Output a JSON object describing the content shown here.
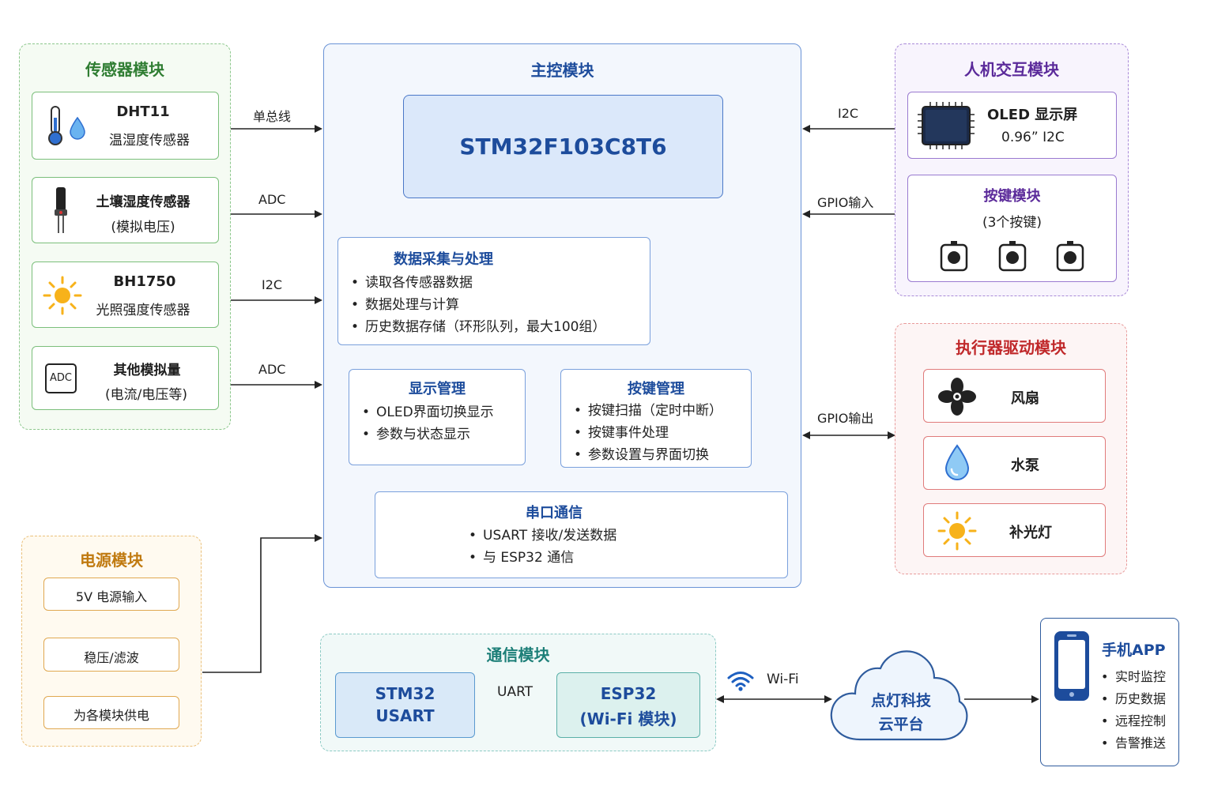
{
  "colors": {
    "sensor": "#5aa65a",
    "main": "#4a78c8",
    "hmi": "#8a5cc4",
    "actuator": "#e06060",
    "power": "#e0a040",
    "comm": "#5ab0a8",
    "title_blue": "#1d4c9c",
    "app_border": "#2f5c9e"
  },
  "sensor": {
    "title": "传感器模块",
    "items": [
      {
        "icon": "thermometer-droplet-icon",
        "name": "DHT11",
        "desc": "温湿度传感器",
        "bus": "单总线"
      },
      {
        "icon": "soil-probe-icon",
        "name": "土壤湿度传感器",
        "desc": "(模拟电压)",
        "bus": "ADC"
      },
      {
        "icon": "sun-icon",
        "name": "BH1750",
        "desc": "光照强度传感器",
        "bus": "I2C"
      },
      {
        "icon": "adc-icon",
        "icon_text": "ADC",
        "name": "其他模拟量",
        "desc": "(电流/电压等)",
        "bus": "ADC"
      }
    ]
  },
  "main": {
    "title": "主控模块",
    "mcu": "STM32F103C8T6",
    "data_proc": {
      "title": "数据采集与处理",
      "items": [
        "读取各传感器数据",
        "数据处理与计算",
        "历史数据存储（环形队列，最大100组）"
      ]
    },
    "display_mgmt": {
      "title": "显示管理",
      "items": [
        "OLED界面切换显示",
        "参数与状态显示"
      ]
    },
    "key_mgmt": {
      "title": "按键管理",
      "items": [
        "按键扫描（定时中断）",
        "按键事件处理",
        "参数设置与界面切换"
      ]
    },
    "serial": {
      "title": "串口通信",
      "items": [
        "USART 接收/发送数据",
        "与 ESP32 通信"
      ]
    }
  },
  "hmi": {
    "title": "人机交互模块",
    "oled": {
      "icon": "chip-display-icon",
      "name": "OLED 显示屏",
      "spec": "0.96” I2C",
      "bus": "I2C"
    },
    "keys": {
      "name": "按键模块",
      "spec": "(3个按键)",
      "bus": "GPIO输入",
      "count": 3,
      "icon": "button-icon"
    }
  },
  "actuator": {
    "title": "执行器驱动模块",
    "bus": "GPIO输出",
    "items": [
      {
        "icon": "fan-icon",
        "name": "风扇"
      },
      {
        "icon": "water-drop-icon",
        "name": "水泵"
      },
      {
        "icon": "sun-icon",
        "name": "补光灯"
      }
    ]
  },
  "power": {
    "title": "电源模块",
    "steps": [
      "5V  电源输入",
      "稳压/滤波",
      "为各模块供电"
    ]
  },
  "comm": {
    "title": "通信模块",
    "stm32": [
      "STM32",
      "USART"
    ],
    "link": "UART",
    "esp32": [
      "ESP32",
      "(Wi-Fi 模块)"
    ]
  },
  "wifi": {
    "label": "Wi-Fi",
    "icon": "wifi-icon"
  },
  "cloud": {
    "lines": [
      "点灯科技",
      "云平台"
    ],
    "icon": "cloud-icon"
  },
  "app": {
    "icon": "phone-icon",
    "title": "手机APP",
    "items": [
      "实时监控",
      "历史数据",
      "远程控制",
      "告警推送"
    ]
  }
}
